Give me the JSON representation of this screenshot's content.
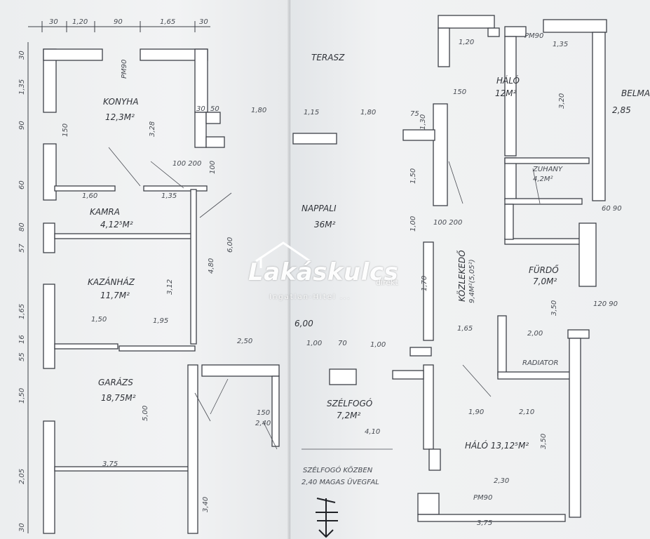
{
  "top_dims": [
    "30",
    "1,20",
    "90",
    "1,65",
    "30"
  ],
  "left_dims": [
    "30",
    "1,35",
    "90",
    "60",
    "80",
    "57",
    "1,65",
    "16",
    "55",
    "1,50",
    "2,05",
    "30"
  ],
  "rooms": {
    "terasz": "TERASZ",
    "konyha": "KONYHA",
    "konyha_area": "12,3M²",
    "kamra": "KAMRA",
    "kamra_area": "4,12⁵M²",
    "kazanhaz": "KAZÁNHÁZ",
    "kazanhaz_area": "11,7M²",
    "garazs": "GARÁZS",
    "garazs_area": "18,75M²",
    "nappali": "NAPPALI",
    "nappali_area": "36M²",
    "szelfogo": "SZÉLFOGÓ",
    "szelfogo_area": "7,2M²",
    "halo1": "HÁLÓ",
    "halo1_area": "12M²",
    "zuhany": "ZUHANY",
    "zuhany_area": "4,2M²",
    "furdo": "FÜRDŐ",
    "furdo_area": "7,0M²",
    "kozlekedo": "KÖZLEKEDŐ",
    "kozlekedo_area": "9,4M²(5,05²)",
    "kazanhaz_right": "RADIATOR",
    "halo2": "HÁLÓ 13,12⁵M²",
    "belmag": "BELMAG",
    "belmag_dim": "2,85"
  },
  "notes": {
    "szelfogo_kozben": "SZÉLFOGÓ KÖZBEN",
    "szelfogo_uveg": "2,40 MAGAS ÜVEGFAL"
  },
  "dims": {
    "d_150_1": "150",
    "d_pm90_1": "PM90",
    "d_328": "3,28",
    "d_30_a": "30",
    "d_50": "50",
    "d_180_a": "1,80",
    "d_115": "1,15",
    "d_180_b": "1,80",
    "d_75": "75",
    "d_130": "1,30",
    "d_100_200_a": "100 200",
    "d_100_a": "100",
    "d_160": "1,60",
    "d_135": "1,35",
    "d_600": "6,00",
    "d_480": "4,80",
    "d_312": "3,12",
    "d_150_b": "1,50",
    "d_195": "1,95",
    "d_250": "2,50",
    "d_100_b": "1,00",
    "d_70": "70",
    "d_100_c": "1,00",
    "d_600_b": "6,00",
    "d_500": "5,00",
    "d_375_a": "3,75",
    "d_340": "3,40",
    "d_150_c": "150",
    "d_240": "2,40",
    "d_410": "4,10",
    "d_170": "1,70",
    "d_165": "1,65",
    "d_190": "1,90",
    "d_210": "2,10",
    "d_350": "3,50",
    "d_230": "2,30",
    "d_375_b": "3,75",
    "d_pm90_b": "PM90",
    "d_200": "2,00",
    "d_350_b": "3,50",
    "d_320": "3,20",
    "d_135_b": "1,35",
    "d_120": "1,20",
    "d_150_d": "1,50",
    "d_100_d": "1,00",
    "d_100_200_b": "100 200",
    "d_60_90": "60 90",
    "d_120_90": "120 90",
    "d_pm90_c": "PM90",
    "d_150_e": "150"
  },
  "watermark": {
    "logo": "Lakáskulcs",
    "direkt": "direkt",
    "sub": "Ingatlan-Hitel ..."
  },
  "colors": {
    "ink": "#3a3d44",
    "paper": "#eef0f1",
    "watermark": "#ffffff"
  }
}
